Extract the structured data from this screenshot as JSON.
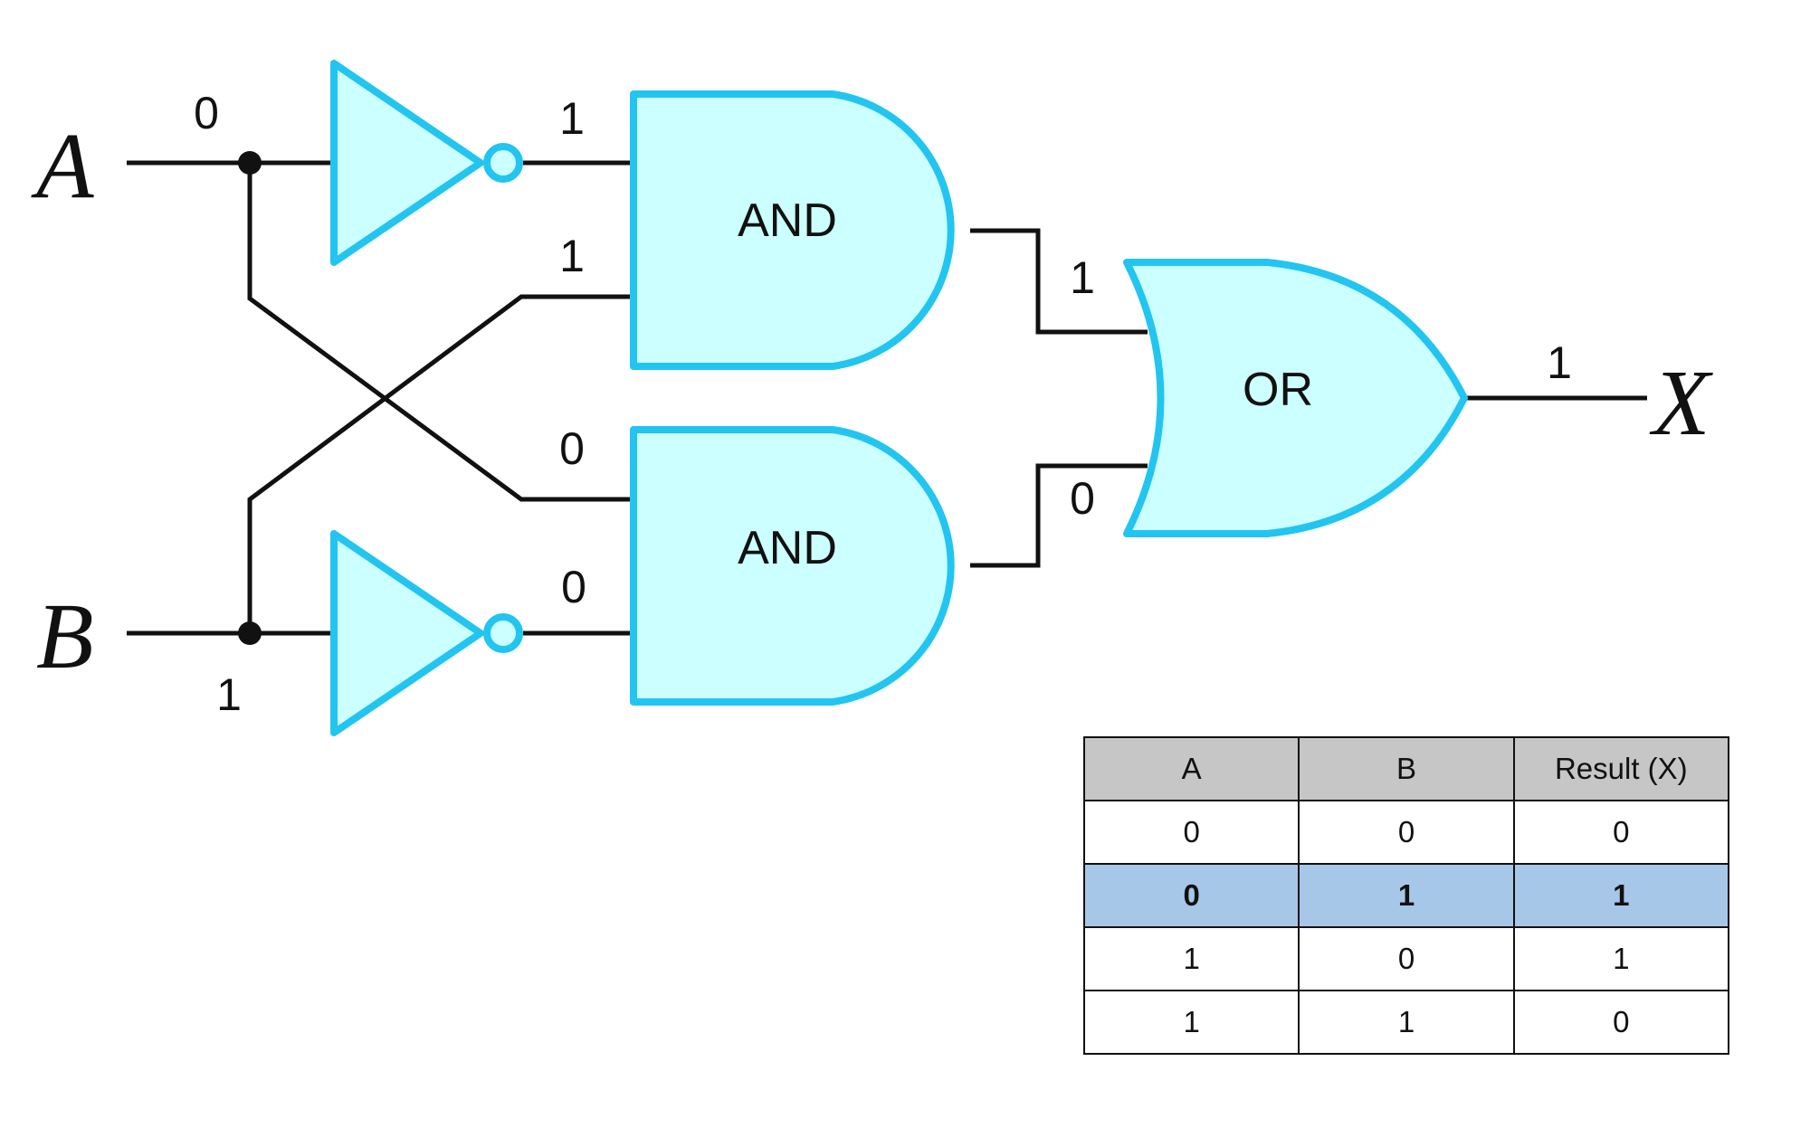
{
  "inputs": {
    "a": "A",
    "b": "B"
  },
  "output": {
    "x": "X"
  },
  "gates": {
    "and_top": "AND",
    "and_bottom": "AND",
    "or": "OR"
  },
  "signals": {
    "a_in": "0",
    "b_in": "1",
    "not_a_out": "1",
    "and_top_in2": "1",
    "and_bottom_in1": "0",
    "not_b_out": "0",
    "and_top_out": "1",
    "and_bottom_out": "0",
    "x_out": "1"
  },
  "truth_table": {
    "headers": [
      "A",
      "B",
      "Result (X)"
    ],
    "rows": [
      [
        "0",
        "0",
        "0"
      ],
      [
        "0",
        "1",
        "1"
      ],
      [
        "1",
        "0",
        "1"
      ],
      [
        "1",
        "1",
        "0"
      ]
    ],
    "highlighted_row": 1
  },
  "colors": {
    "gate_fill": "#ccffff",
    "gate_stroke": "#22c5ef",
    "highlight_row": "#a7c7e8",
    "header_fill": "#c6c6c6"
  }
}
